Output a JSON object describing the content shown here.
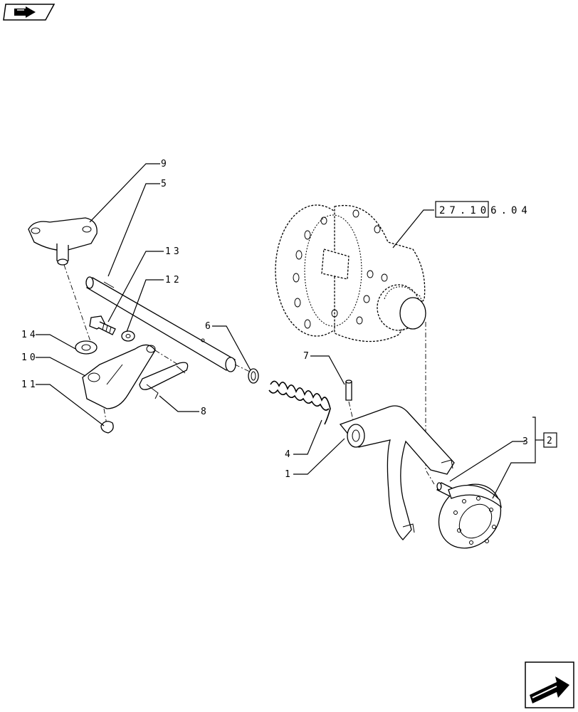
{
  "ui": {
    "nav_icon_top": "book-arrow-icon",
    "nav_icon_bottom": "next-page-arrow-icon"
  },
  "reference_box": {
    "label": "27.106.04"
  },
  "group_box": {
    "label": "2"
  },
  "callouts": {
    "c1": "1",
    "c3": "3",
    "c4": "4",
    "c5": "5",
    "c6": "6",
    "c7": "7",
    "c8": "8",
    "c9": "9",
    "c10": "10",
    "c11": "11",
    "c12": "12",
    "c13": "13",
    "c14": "14"
  }
}
